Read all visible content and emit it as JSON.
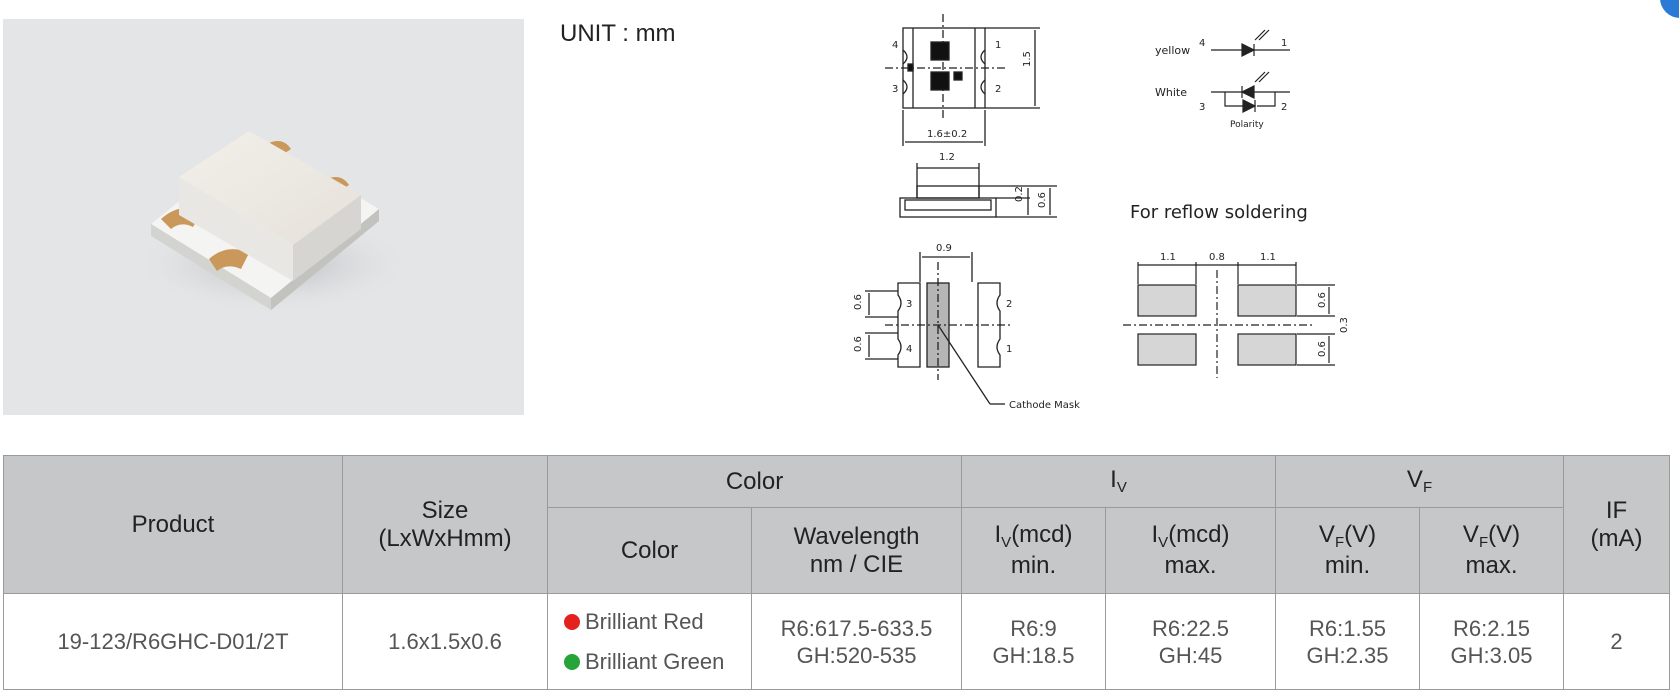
{
  "unit_label": "UNIT : mm",
  "diagram": {
    "top_view": {
      "dim_height": "1.5",
      "dim_width": "1.6±0.2",
      "pins": [
        "4",
        "1",
        "3",
        "2"
      ]
    },
    "side_view": {
      "dim_top": "1.2",
      "dim_thin": "0.2",
      "dim_total": "0.6"
    },
    "bottom_view": {
      "dim_pad": "0.9",
      "dim_left_upper": "0.6",
      "dim_left_lower": "0.6",
      "pins": [
        "3",
        "2",
        "4",
        "1"
      ],
      "cathode_label": "Cathode Mask"
    },
    "schematic": {
      "yellow_label": "yellow",
      "white_label": "White",
      "pin4": "4",
      "pin1": "1",
      "pin3": "3",
      "pin2": "2",
      "polarity_label": "Polarity"
    },
    "reflow": {
      "title": "For reflow soldering",
      "dim_a": "1.1",
      "dim_b": "0.8",
      "dim_c": "1.1",
      "dim_upper": "0.6",
      "dim_lower": "0.6",
      "dim_gap": "0.3"
    }
  },
  "table": {
    "headers": {
      "product": "Product",
      "size_line1": "Size",
      "size_line2": "(LxWxHmm)",
      "color_group": "Color",
      "iv_group_main": "I",
      "iv_group_sub": "V",
      "vf_group_main": "V",
      "vf_group_sub": "F",
      "if_line1": "IF",
      "if_line2": "(mA)",
      "color": "Color",
      "wavelength_line1": "Wavelength",
      "wavelength_line2": "nm / CIE",
      "iv_min_main": "I",
      "iv_min_sub": "V",
      "iv_min_unit": "(mcd)",
      "iv_min_label": "min.",
      "iv_max_main": "I",
      "iv_max_sub": "V",
      "iv_max_unit": "(mcd)",
      "iv_max_label": "max.",
      "vf_min_main": "V",
      "vf_min_sub": "F",
      "vf_min_unit": "(V)",
      "vf_min_label": "min.",
      "vf_max_main": "V",
      "vf_max_sub": "F",
      "vf_max_unit": "(V)",
      "vf_max_label": "max."
    },
    "row": {
      "product": "19-123/R6GHC-D01/2T",
      "size": "1.6x1.5x0.6",
      "colors": [
        {
          "name": "Brilliant Red",
          "dot_color": "#e3211e"
        },
        {
          "name": "Brilliant Green",
          "dot_color": "#26a43a"
        }
      ],
      "wavelength_line1": "R6:617.5-633.5",
      "wavelength_line2": "GH:520-535",
      "iv_min_line1": "R6:9",
      "iv_min_line2": "GH:18.5",
      "iv_max_line1": "R6:22.5",
      "iv_max_line2": "GH:45",
      "vf_min_line1": "R6:1.55",
      "vf_min_line2": "GH:2.35",
      "vf_max_line1": "R6:2.15",
      "vf_max_line2": "GH:3.05",
      "if": "2"
    }
  }
}
